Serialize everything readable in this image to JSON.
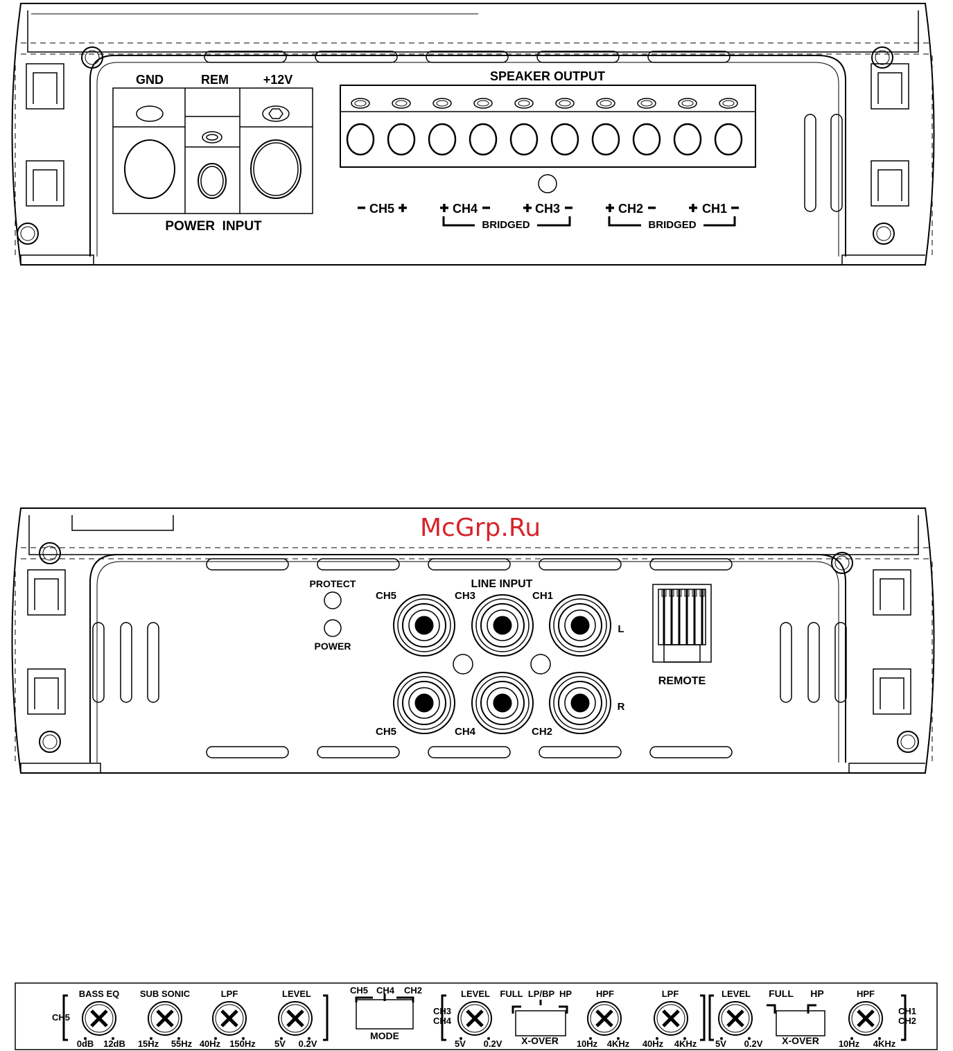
{
  "watermark": "McGrp.Ru",
  "top_panel": {
    "power": {
      "gnd": "GND",
      "rem": "REM",
      "plus12v": "+12V",
      "title": "POWER  INPUT"
    },
    "speaker_output": "SPEAKER OUTPUT",
    "channels": {
      "ch5": "CH5",
      "ch4": "CH4",
      "ch3": "CH3",
      "ch2": "CH2",
      "ch1": "CH1"
    },
    "bridged": "BRIDGED"
  },
  "middle_panel": {
    "protect": "PROTECT",
    "power": "POWER",
    "line_input": "LINE INPUT",
    "top_row": [
      "CH5",
      "CH3",
      "CH1"
    ],
    "bottom_row": [
      "CH5",
      "CH4",
      "CH2"
    ],
    "l": "L",
    "r": "R",
    "remote": "REMOTE"
  },
  "control_strip": {
    "ch5": "CH5",
    "bass_eq": "BASS EQ",
    "bass_eq_min": "0dB",
    "bass_eq_max": "12dB",
    "sub_sonic": "SUB SONIC",
    "sub_sonic_min": "15Hz",
    "sub_sonic_max": "55Hz",
    "lpf1": "LPF",
    "lpf1_min": "40Hz",
    "lpf1_max": "150Hz",
    "level1": "LEVEL",
    "level1_min": "5V",
    "level1_max": "0.2V",
    "mode_ch5": "CH5",
    "mode_ch4": "CH4",
    "mode_ch2": "CH2",
    "mode": "MODE",
    "ch3": "CH3",
    "ch4": "CH4",
    "level2": "LEVEL",
    "level2_min": "5V",
    "level2_max": "0.2V",
    "xover1_full": "FULL",
    "xover1_lpbp": "LP/BP",
    "xover1_hp": "HP",
    "xover1": "X-OVER",
    "hpf1": "HPF",
    "hpf1_min": "10Hz",
    "hpf1_max": "4KHz",
    "lpf2": "LPF",
    "lpf2_min": "40Hz",
    "lpf2_max": "4KHz",
    "level3": "LEVEL",
    "level3_min": "5V",
    "level3_max": "0.2V",
    "xover2_full": "FULL",
    "xover2_hp": "HP",
    "xover2": "X-OVER",
    "hpf2": "HPF",
    "hpf2_min": "10Hz",
    "hpf2_max": "4KHz",
    "ch1": "CH1",
    "ch2": "CH2"
  }
}
